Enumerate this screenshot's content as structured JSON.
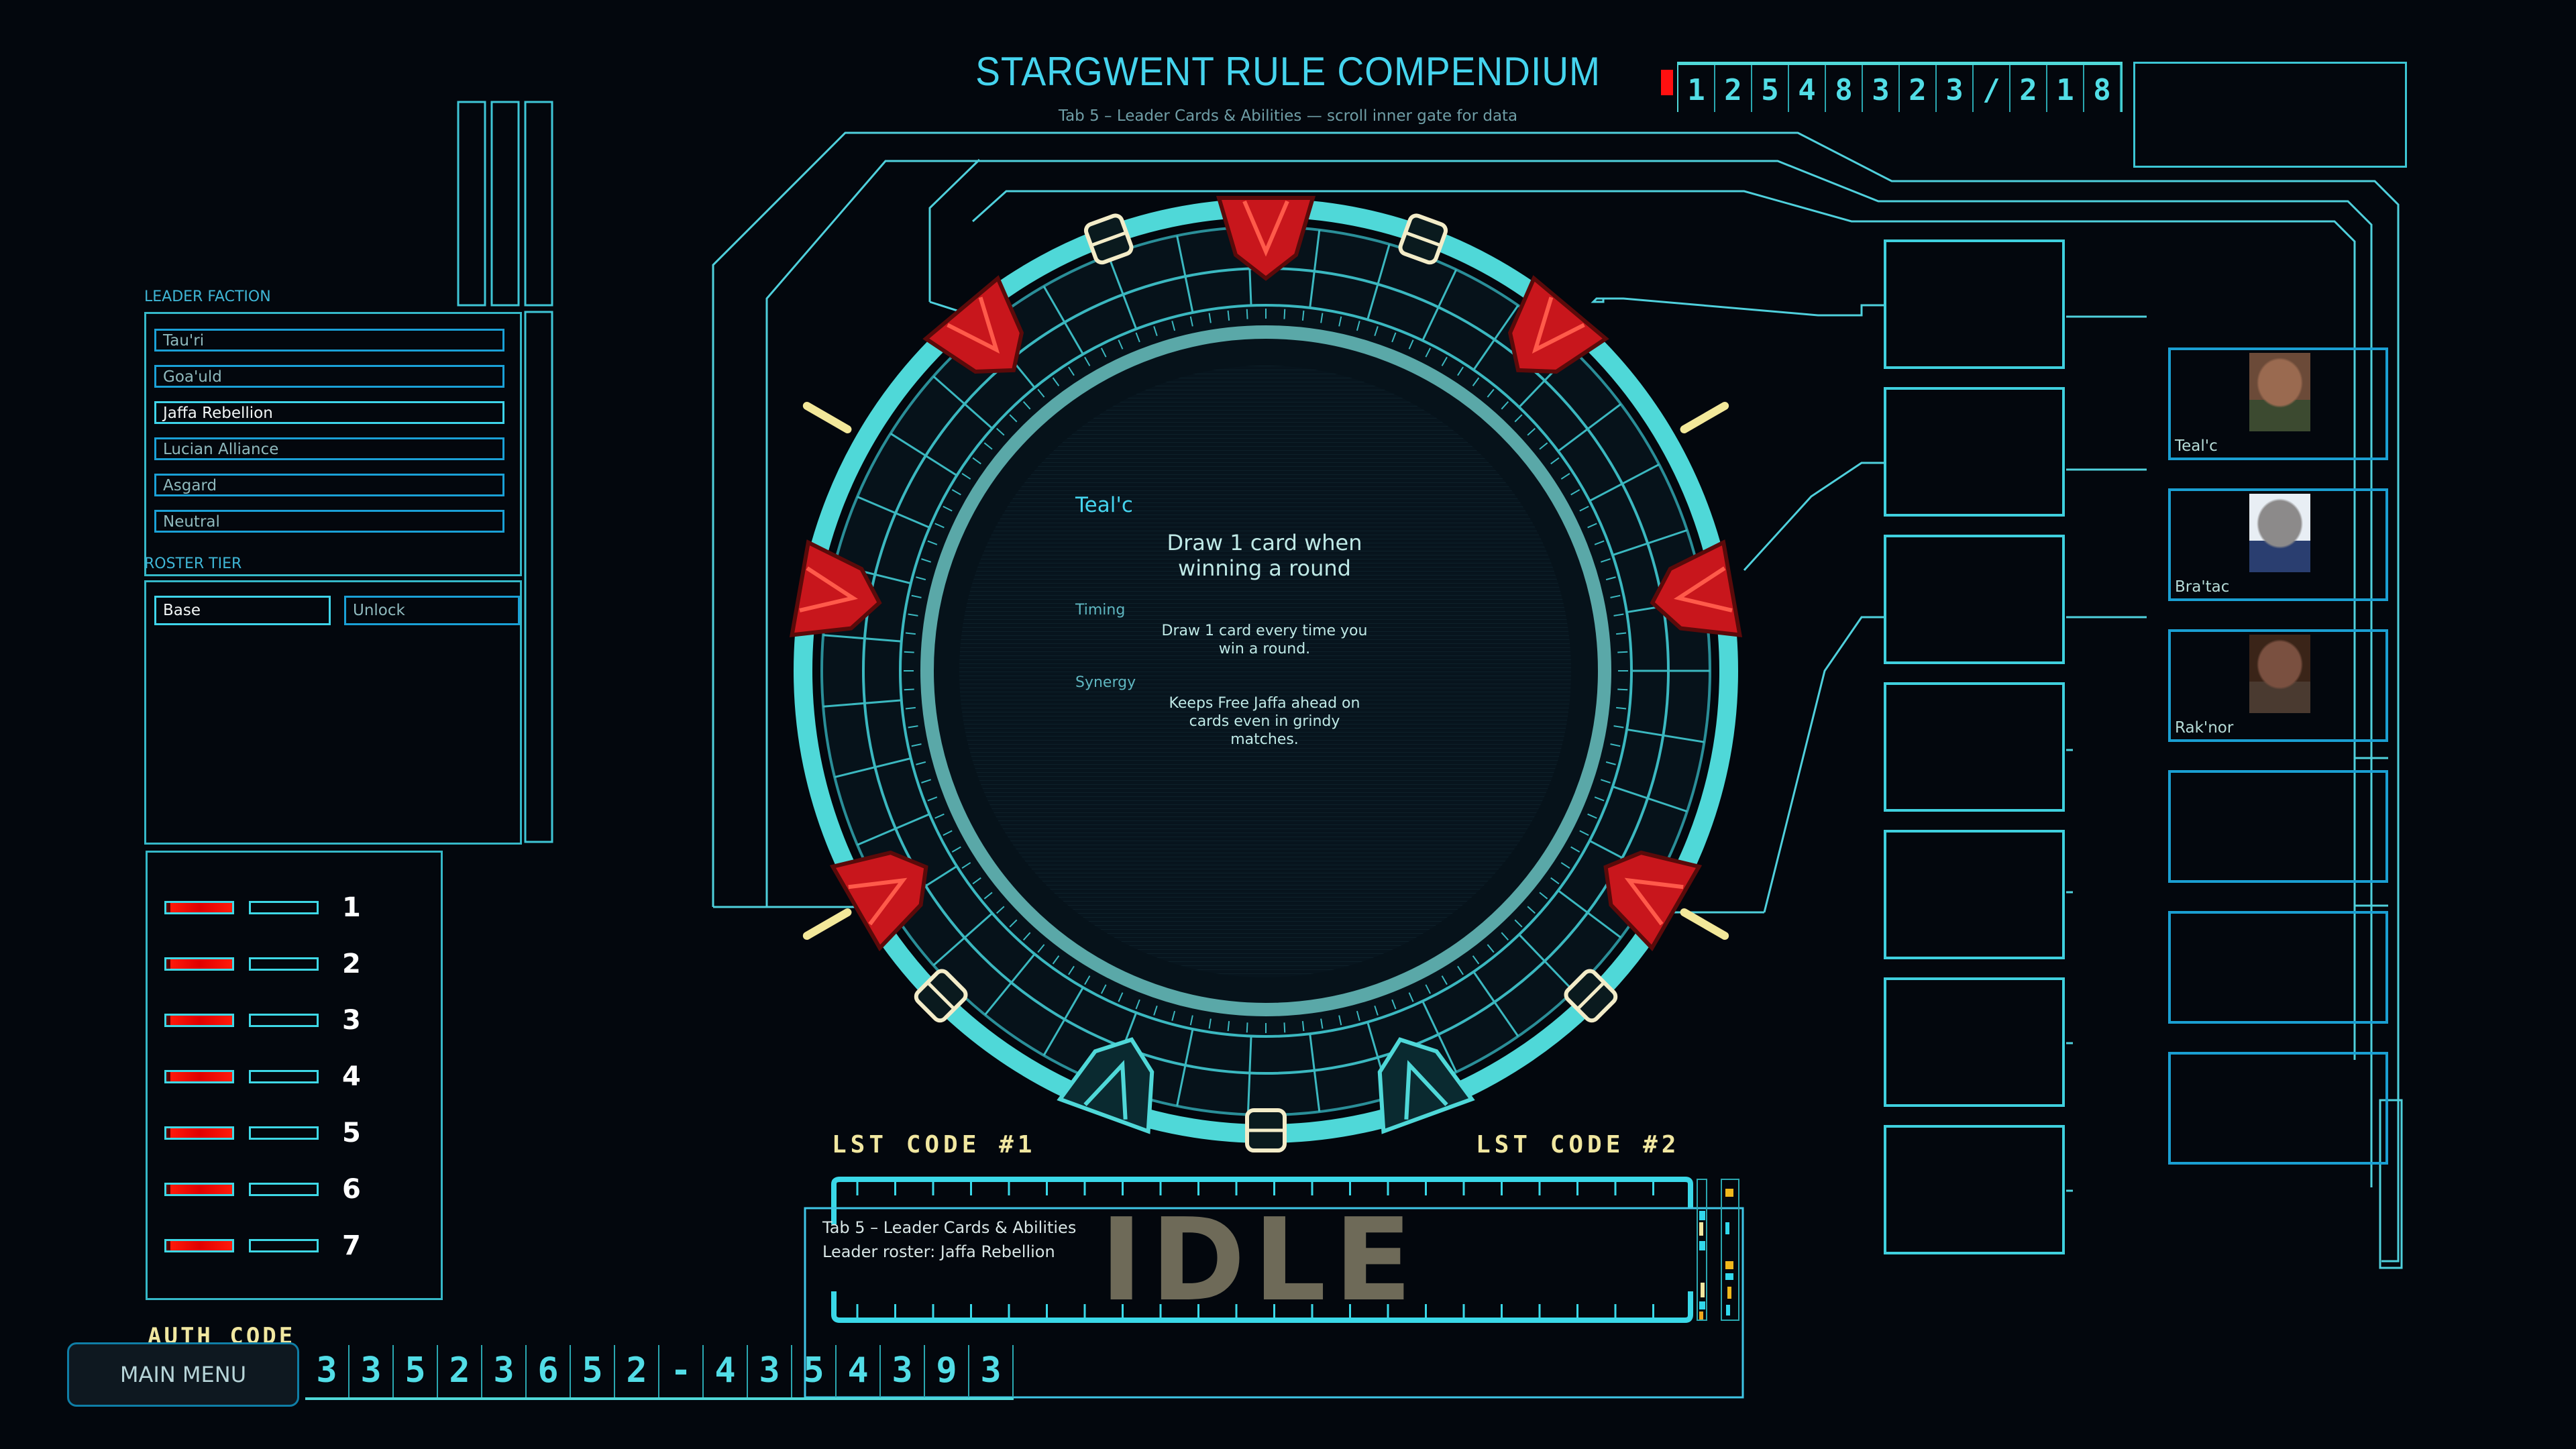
{
  "header": {
    "title": "STARGWENT RULE COMPENDIUM",
    "subtitle": "Tab 5 – Leader Cards & Abilities — scroll inner gate for data",
    "counter_digits": [
      "1",
      "2",
      "5",
      "4",
      "8",
      "3",
      "2",
      "3",
      "/",
      "2",
      "1",
      "8"
    ]
  },
  "sidebar": {
    "faction_label": "LEADER FACTION",
    "factions": [
      {
        "label": "Tau'ri",
        "selected": false
      },
      {
        "label": "Goa'uld",
        "selected": false
      },
      {
        "label": "Jaffa Rebellion",
        "selected": true
      },
      {
        "label": "Lucian Alliance",
        "selected": false
      },
      {
        "label": "Asgard",
        "selected": false
      },
      {
        "label": "Neutral",
        "selected": false
      }
    ],
    "tier_label": "ROSTER TIER",
    "tiers": [
      {
        "label": "Base",
        "selected": true
      },
      {
        "label": "Unlock",
        "selected": false
      }
    ]
  },
  "chevrons": {
    "rows": [
      {
        "number": "1",
        "locked": true
      },
      {
        "number": "2",
        "locked": true
      },
      {
        "number": "3",
        "locked": true
      },
      {
        "number": "4",
        "locked": true
      },
      {
        "number": "5",
        "locked": true
      },
      {
        "number": "6",
        "locked": true
      },
      {
        "number": "7",
        "locked": true
      }
    ]
  },
  "gate": {
    "leader_name": "Teal'c",
    "ability": "Draw 1 card when winning a round",
    "timing_label": "Timing",
    "timing_text": "Draw 1 card every time you win a round.",
    "synergy_label": "Synergy",
    "synergy_text": "Keeps Free Jaffa ahead on cards even in grindy matches."
  },
  "codes": {
    "lst1": "LST CODE #1",
    "lst2": "LST CODE #2",
    "status_word": "IDLE",
    "status_line1": "Tab 5 – Leader Cards & Abilities",
    "status_line2": "Leader roster: Jaffa Rebellion",
    "auth_label": "AUTH CODE",
    "auth_digits": [
      "3",
      "3",
      "5",
      "2",
      "3",
      "6",
      "5",
      "2",
      "-",
      "4",
      "3",
      "5",
      "4",
      "3",
      "9",
      "3"
    ]
  },
  "leaders": [
    {
      "name": "Teal'c"
    },
    {
      "name": "Bra'tac"
    },
    {
      "name": "Rak'nor"
    }
  ],
  "footer": {
    "main_menu": "MAIN MENU"
  },
  "colors": {
    "accent": "#4fd8d8",
    "chevron_red": "#c8161c",
    "code_yellow": "#f1e7a0",
    "status_idle": "#6e6a58"
  }
}
